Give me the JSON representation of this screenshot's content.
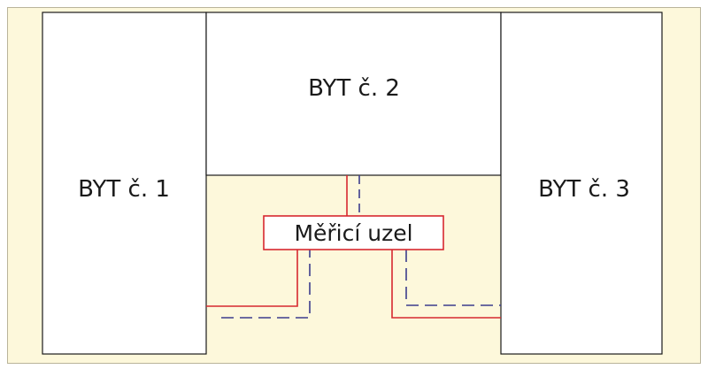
{
  "diagram": {
    "rooms": [
      {
        "id": "byt1",
        "label": "BYT č. 1"
      },
      {
        "id": "byt2",
        "label": "BYT č. 2"
      },
      {
        "id": "byt3",
        "label": "BYT č. 3"
      }
    ],
    "meter_node": {
      "label": "Měřicí uzel"
    },
    "colors": {
      "background": "#fdf8db",
      "room_fill": "#ffffff",
      "room_stroke": "#1a1a1a",
      "solid_line": "#d7282f",
      "dashed_line": "#3c3c8c"
    }
  }
}
